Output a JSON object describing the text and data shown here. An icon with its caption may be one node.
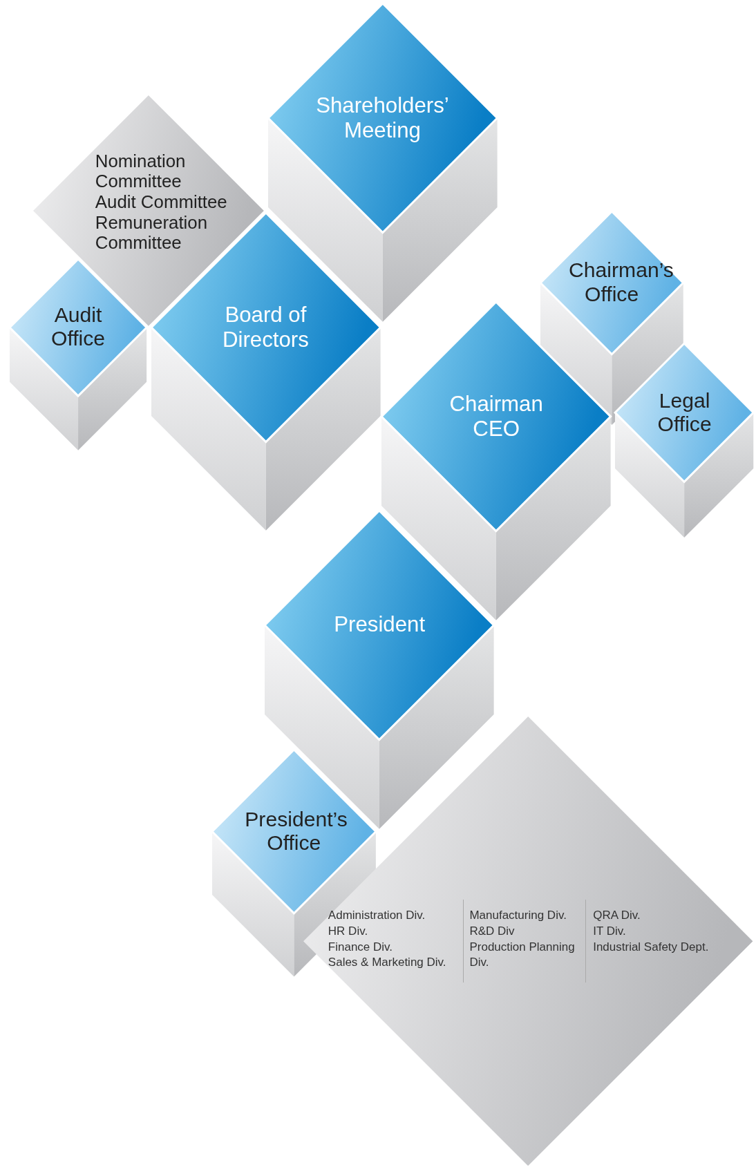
{
  "diagram": {
    "nodes": [
      {
        "text": [
          "Shareholders’ Meeting"
        ]
      },
      {
        "text": [
          "Nomination Committee",
          "Audit Committee",
          "Remuneration Committee"
        ]
      },
      {
        "text": [
          "Audit Office"
        ]
      },
      {
        "text": [
          "Board of Directors"
        ]
      },
      {
        "text": [
          "Chairman’s Office"
        ]
      },
      {
        "text": [
          "Chairman CEO"
        ]
      },
      {
        "text": [
          "Legal Office"
        ]
      },
      {
        "text": [
          "President"
        ]
      },
      {
        "text": [
          "President’s Office"
        ]
      },
      {
        "text": [
          "Administration Div.",
          "HR Div.",
          "Finance Div.",
          "Sales & Marketing Div.",
          "Manufacturing Div.",
          "R&D Div",
          "Production Planning Div.",
          "QRA Div.",
          "IT Div.",
          "Industrial Safety Dept."
        ]
      }
    ]
  }
}
